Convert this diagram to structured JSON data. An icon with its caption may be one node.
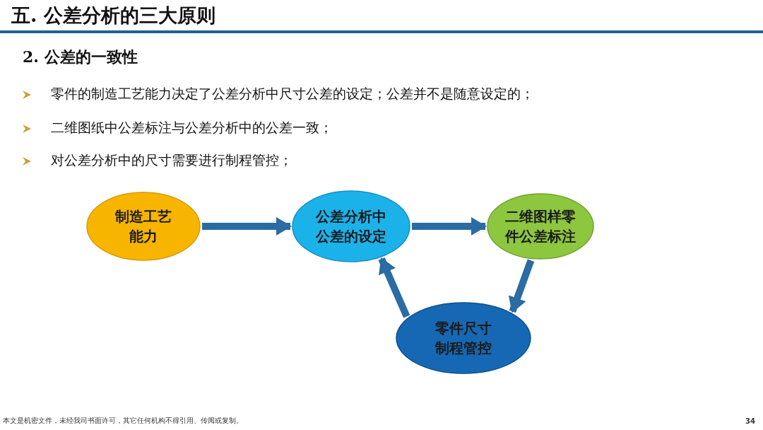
{
  "diagram": {
    "title": "五. 公差分析的三大原则",
    "nodes": [
      {
        "text": [
          "制造工艺能力"
        ]
      },
      {
        "text": [
          "公差分析中公差的设定"
        ]
      },
      {
        "text": [
          "二维图样零件公差标注"
        ]
      },
      {
        "text": [
          "零件尺寸制程管控"
        ]
      }
    ],
    "edges": [
      {
        "from": 0,
        "to": 1,
        "arrow": "to"
      },
      {
        "from": 1,
        "to": 2,
        "arrow": "to"
      },
      {
        "from": 2,
        "to": 3,
        "arrow": "to"
      },
      {
        "from": 3,
        "to": 1,
        "arrow": "to"
      }
    ],
    "labels": [
      "2. 公差的一致性",
      "零件的制造工艺能力决定了公差分析中尺寸公差的设定；公差并不是随意设定的；",
      "二维图纸中公差标注与公差分析中的公差一致；",
      "对公差分析中的尺寸需要进行制程管控；",
      "本文是机密文件，未经我司书面许可，其它任何机构不得引用、传阅或复制。",
      "34"
    ]
  }
}
